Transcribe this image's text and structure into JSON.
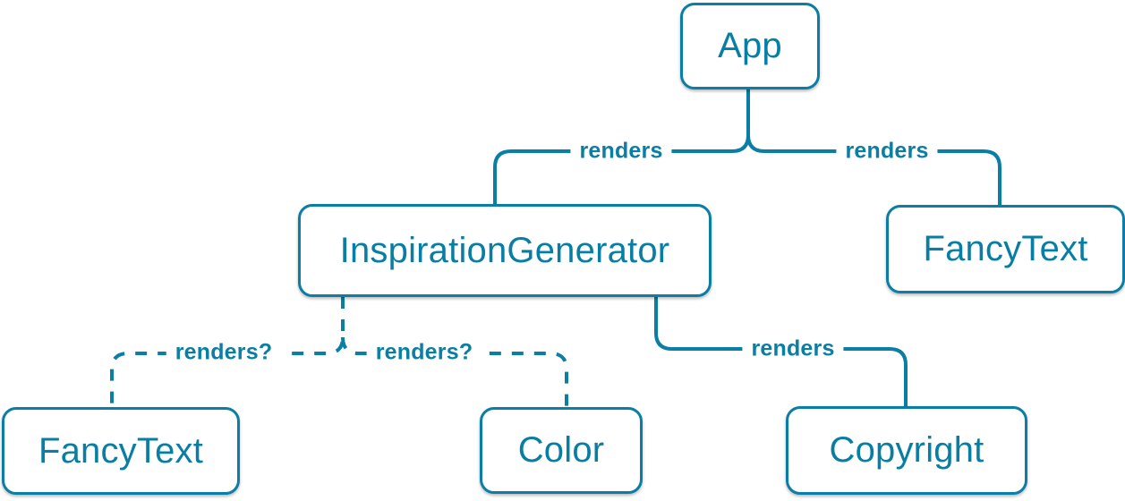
{
  "diagram": {
    "title": "React render tree diagram",
    "colors": {
      "accent": "#0a7ea4",
      "node_text": "#087ea4",
      "background": "#ffffff"
    },
    "nodes": {
      "app": {
        "label": "App"
      },
      "inspiration_generator": {
        "label": "InspirationGenerator"
      },
      "fancy_text_top": {
        "label": "FancyText"
      },
      "fancy_text_bottom": {
        "label": "FancyText"
      },
      "color": {
        "label": "Color"
      },
      "copyright": {
        "label": "Copyright"
      }
    },
    "edges": {
      "app_to_inspiration_generator": {
        "label": "renders",
        "style": "solid"
      },
      "app_to_fancy_text": {
        "label": "renders",
        "style": "solid"
      },
      "inspiration_to_copyright": {
        "label": "renders",
        "style": "solid"
      },
      "inspiration_to_fancy_text": {
        "label": "renders?",
        "style": "dashed"
      },
      "inspiration_to_color": {
        "label": "renders?",
        "style": "dashed"
      }
    }
  }
}
